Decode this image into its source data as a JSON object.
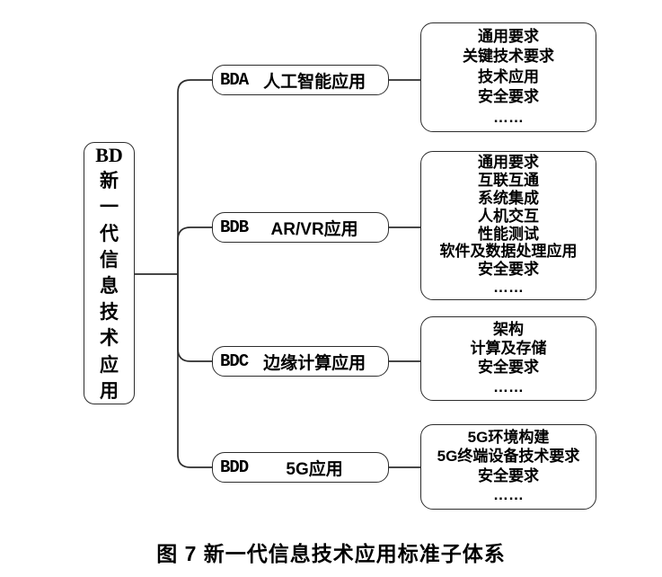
{
  "root": {
    "code": "BD",
    "name": "新一代信息技术应用"
  },
  "branches": [
    {
      "code": "BDA",
      "label": "人工智能应用",
      "items": [
        "通用要求",
        "关键技术要求",
        "技术应用",
        "安全要求",
        "……"
      ]
    },
    {
      "code": "BDB",
      "label": "AR/VR应用",
      "items": [
        "通用要求",
        "互联互通",
        "系统集成",
        "人机交互",
        "性能测试",
        "软件及数据处理应用",
        "安全要求",
        "……"
      ]
    },
    {
      "code": "BDC",
      "label": "边缘计算应用",
      "items": [
        "架构",
        "计算及存储",
        "安全要求",
        "……"
      ]
    },
    {
      "code": "BDD",
      "label": "5G应用",
      "items": [
        "5G环境构建",
        "5G终端设备技术要求",
        "安全要求",
        "……"
      ]
    }
  ],
  "caption": "图 7 新一代信息技术应用标准子体系",
  "colors": {
    "line": "#2d2d2d",
    "text": "#000000",
    "background": "#ffffff"
  }
}
